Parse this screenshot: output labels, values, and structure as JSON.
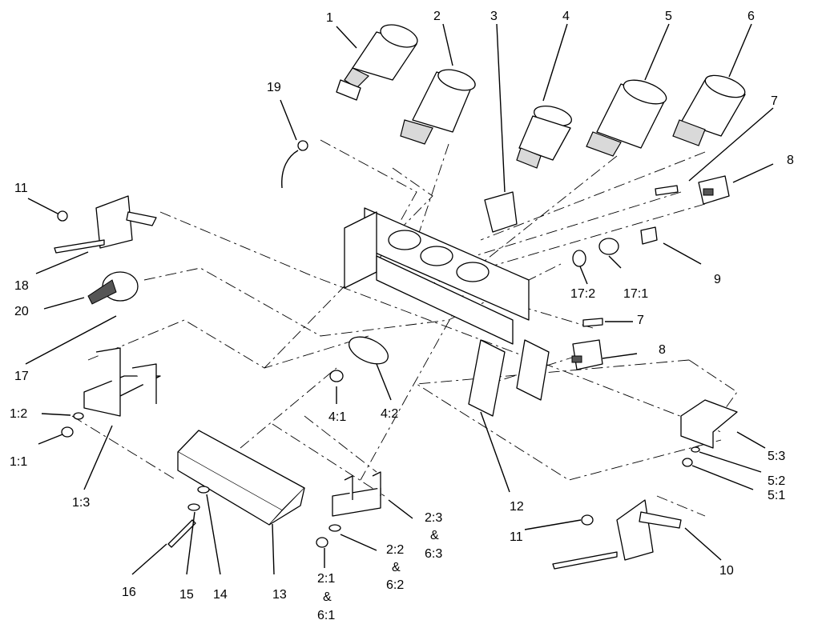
{
  "callouts": {
    "c1": "1",
    "c2": "2",
    "c3": "3",
    "c4": "4",
    "c5": "5",
    "c6": "6",
    "c7a": "7",
    "c7b": "7",
    "c8a": "8",
    "c8b": "8",
    "c9": "9",
    "c10": "10",
    "c11a": "11",
    "c11b": "11",
    "c12": "12",
    "c13": "13",
    "c14": "14",
    "c15": "15",
    "c16": "16",
    "c17": "17",
    "c18": "18",
    "c19": "19",
    "c20": "20",
    "c17_1": "17:1",
    "c17_2": "17:2",
    "c4_1": "4:1",
    "c4_2": "4:2",
    "c1_1": "1:1",
    "c1_2": "1:2",
    "c1_3": "1:3",
    "c5_1": "5:1",
    "c5_2": "5:2",
    "c5_3": "5:3",
    "c2_1": "2:1",
    "c2_1_amp": "&",
    "c6_1": "6:1",
    "c2_2": "2:2",
    "c2_2_amp": "&",
    "c6_2": "6:2",
    "c2_3": "2:3",
    "c2_3_amp": "&",
    "c6_3": "6:3"
  }
}
